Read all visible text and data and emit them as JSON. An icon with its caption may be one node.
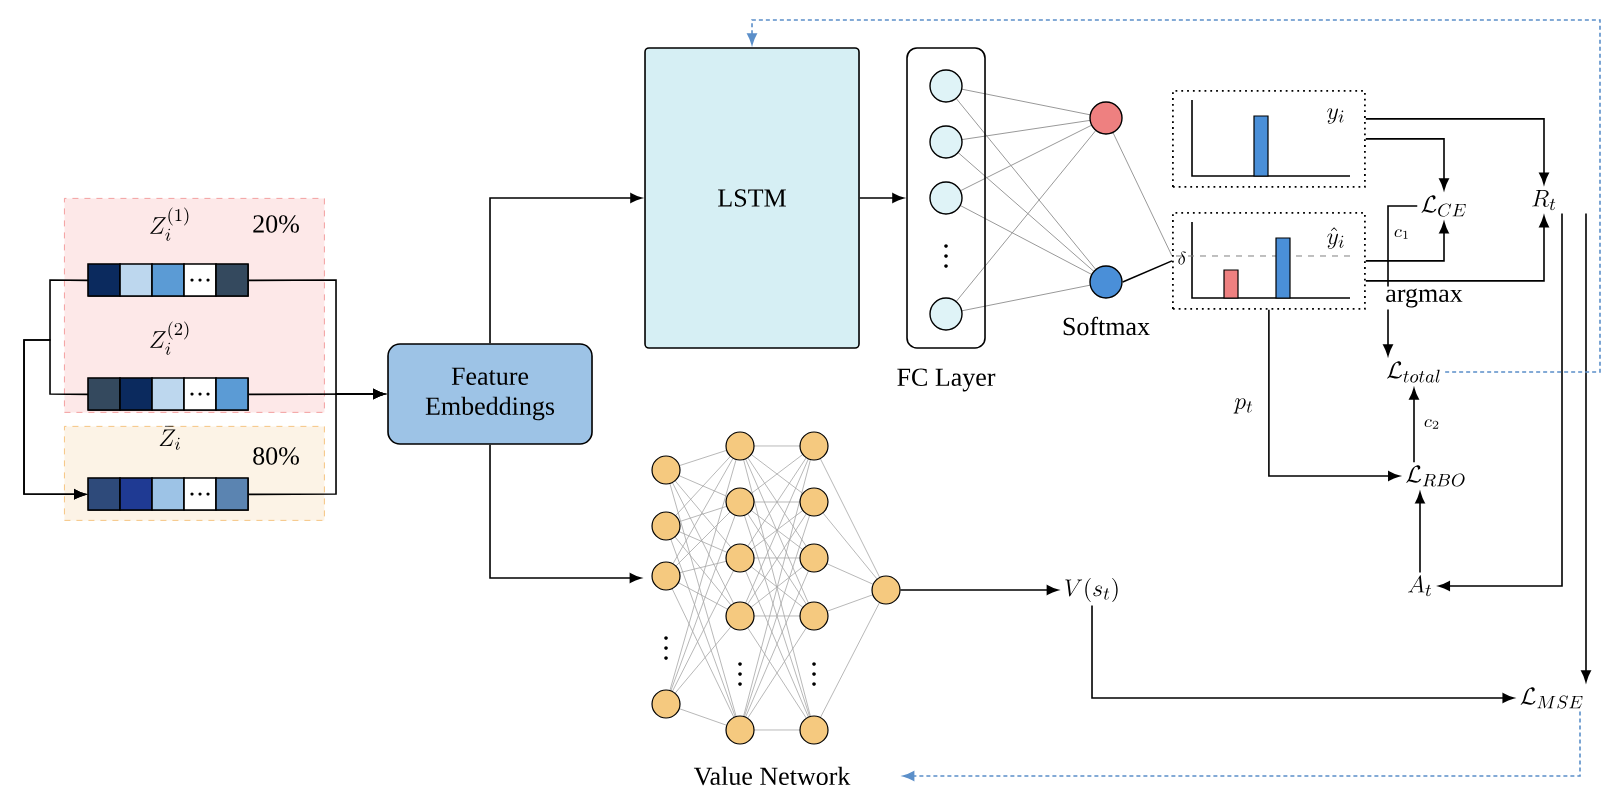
{
  "diagram": {
    "nodes": [
      {
        "text": [
          "20%"
        ]
      },
      {
        "text": [
          "Z_i^{(1)}"
        ],
        "in": 0
      },
      {
        "text": [
          "Z_i^{(2)}"
        ],
        "in": 0
      },
      {
        "text": [
          "80%"
        ]
      },
      {
        "text": [
          "\\bar{Z}_i"
        ],
        "in": 3
      },
      {
        "text": [
          "Feature Embeddings"
        ]
      },
      {
        "text": [
          "LSTM"
        ]
      },
      {
        "text": [
          "FC Layer"
        ]
      },
      {
        "text": [
          "Softmax"
        ]
      },
      {
        "text": [
          "y_i"
        ]
      },
      {
        "text": [
          "\\hat{y}_i"
        ]
      },
      {
        "text": [
          "\\mathcal{L}_{CE}"
        ]
      },
      {
        "text": [
          "R_t"
        ]
      },
      {
        "text": [
          "\\mathcal{L}_{total}"
        ]
      },
      {
        "text": [
          "\\mathcal{L}_{RBO}"
        ]
      },
      {
        "text": [
          "A_t"
        ]
      },
      {
        "text": [
          "Value Network"
        ]
      },
      {
        "text": [
          "V(s_t)"
        ]
      },
      {
        "text": [
          "\\mathcal{L}_{MSE}"
        ]
      }
    ],
    "edges": [
      {
        "from": 1,
        "to": 5,
        "arrow": "to"
      },
      {
        "from": 2,
        "to": 5,
        "arrow": "to"
      },
      {
        "from": 4,
        "to": 5,
        "arrow": "to"
      },
      {
        "from": 1,
        "to": 4,
        "arrow": "to"
      },
      {
        "from": 2,
        "to": 4,
        "arrow": "to"
      },
      {
        "from": 5,
        "to": 6,
        "arrow": "to"
      },
      {
        "from": 5,
        "to": 16,
        "arrow": "to"
      },
      {
        "from": 6,
        "to": 7,
        "arrow": "to"
      },
      {
        "from": 8,
        "to": 10,
        "arrow": "none"
      },
      {
        "from": 9,
        "to": 12,
        "arrow": "to"
      },
      {
        "from": 9,
        "to": 11,
        "arrow": "to"
      },
      {
        "from": 10,
        "to": 11,
        "arrow": "to"
      },
      {
        "from": 10,
        "to": 12,
        "arrow": "to",
        "label": "argmax"
      },
      {
        "from": 11,
        "to": 13,
        "arrow": "to",
        "label": "c_1"
      },
      {
        "from": 10,
        "to": 14,
        "arrow": "to",
        "label": "p_t"
      },
      {
        "from": 14,
        "to": 13,
        "arrow": "to",
        "label": "c_2"
      },
      {
        "from": 15,
        "to": 14,
        "arrow": "to"
      },
      {
        "from": 12,
        "to": 15,
        "arrow": "to"
      },
      {
        "from": 12,
        "to": 18,
        "arrow": "to"
      },
      {
        "from": 16,
        "to": 17,
        "arrow": "to"
      },
      {
        "from": 17,
        "to": 18,
        "arrow": "to"
      },
      {
        "from": 13,
        "to": 6,
        "arrow": "to",
        "style": "dashed",
        "color": "#5b8fc9"
      },
      {
        "from": 18,
        "to": 16,
        "arrow": "to",
        "style": "dashed",
        "color": "#5b8fc9"
      }
    ],
    "labels": [
      "\\delta"
    ]
  }
}
